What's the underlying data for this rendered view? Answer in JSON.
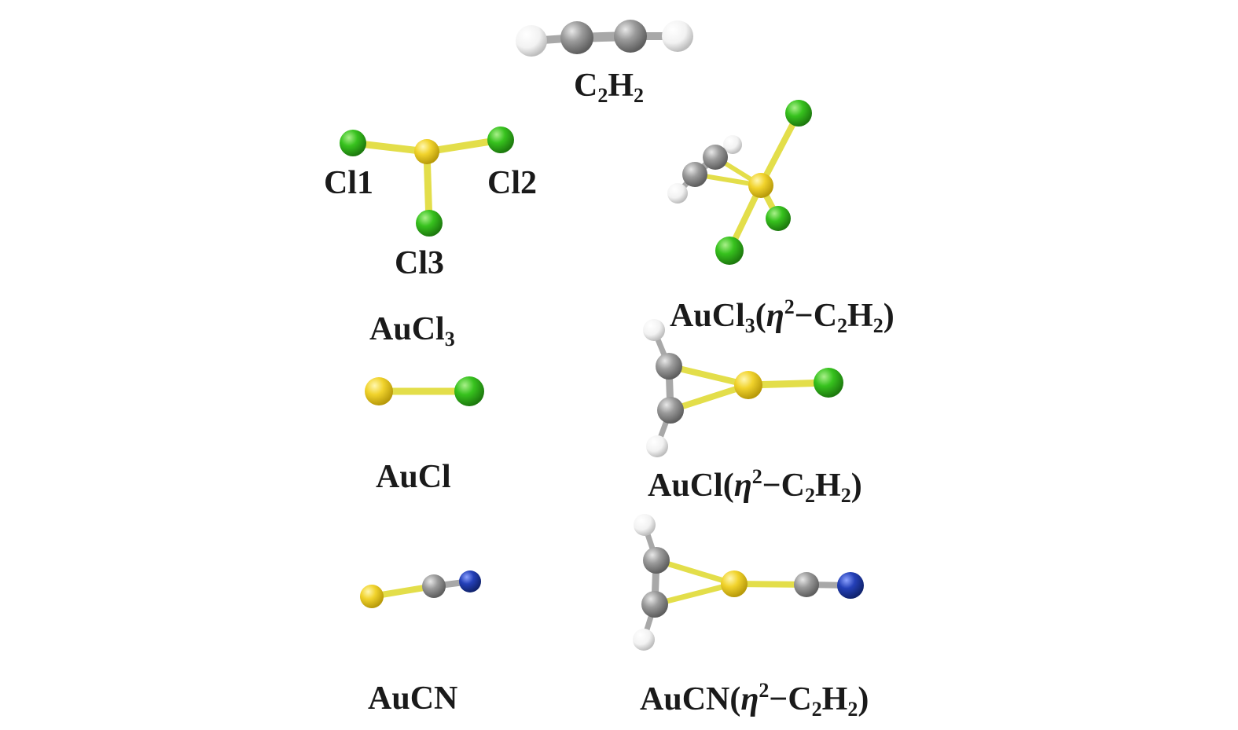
{
  "colors": {
    "gold": "#f1d32c",
    "chlorine": "#37c21e",
    "carbon": "#9b9b9b",
    "hydrogen": "#f2f2f2",
    "nitrogen": "#2440b8",
    "bond_gold": "#e3de4a",
    "bond_grey": "#a8a8a8"
  },
  "labels": {
    "c2h2": {
      "p1": "C",
      "s1": "2",
      "p2": "H",
      "s2": "2"
    },
    "cl1": "Cl1",
    "cl2": "Cl2",
    "cl3": "Cl3",
    "aucl3": {
      "p1": "AuCl",
      "s1": "3"
    },
    "aucl3_c2h2": {
      "p1": "AuCl",
      "s1": "3",
      "p2": "(",
      "eta": "η",
      "sup": "2",
      "p3": "−C",
      "s2": "2",
      "p4": "H",
      "s3": "2",
      "p5": ")"
    },
    "aucl": "AuCl",
    "aucl_c2h2": {
      "p1": "AuCl(",
      "eta": "η",
      "sup": "2",
      "p2": "−C",
      "s1": "2",
      "p3": "H",
      "s2": "2",
      "p4": ")"
    },
    "aucn": "AuCN",
    "aucn_c2h2": {
      "p1": "AuCN(",
      "eta": "η",
      "sup": "2",
      "p2": "−C",
      "s1": "2",
      "p3": "H",
      "s2": "2",
      "p4": ")"
    }
  }
}
